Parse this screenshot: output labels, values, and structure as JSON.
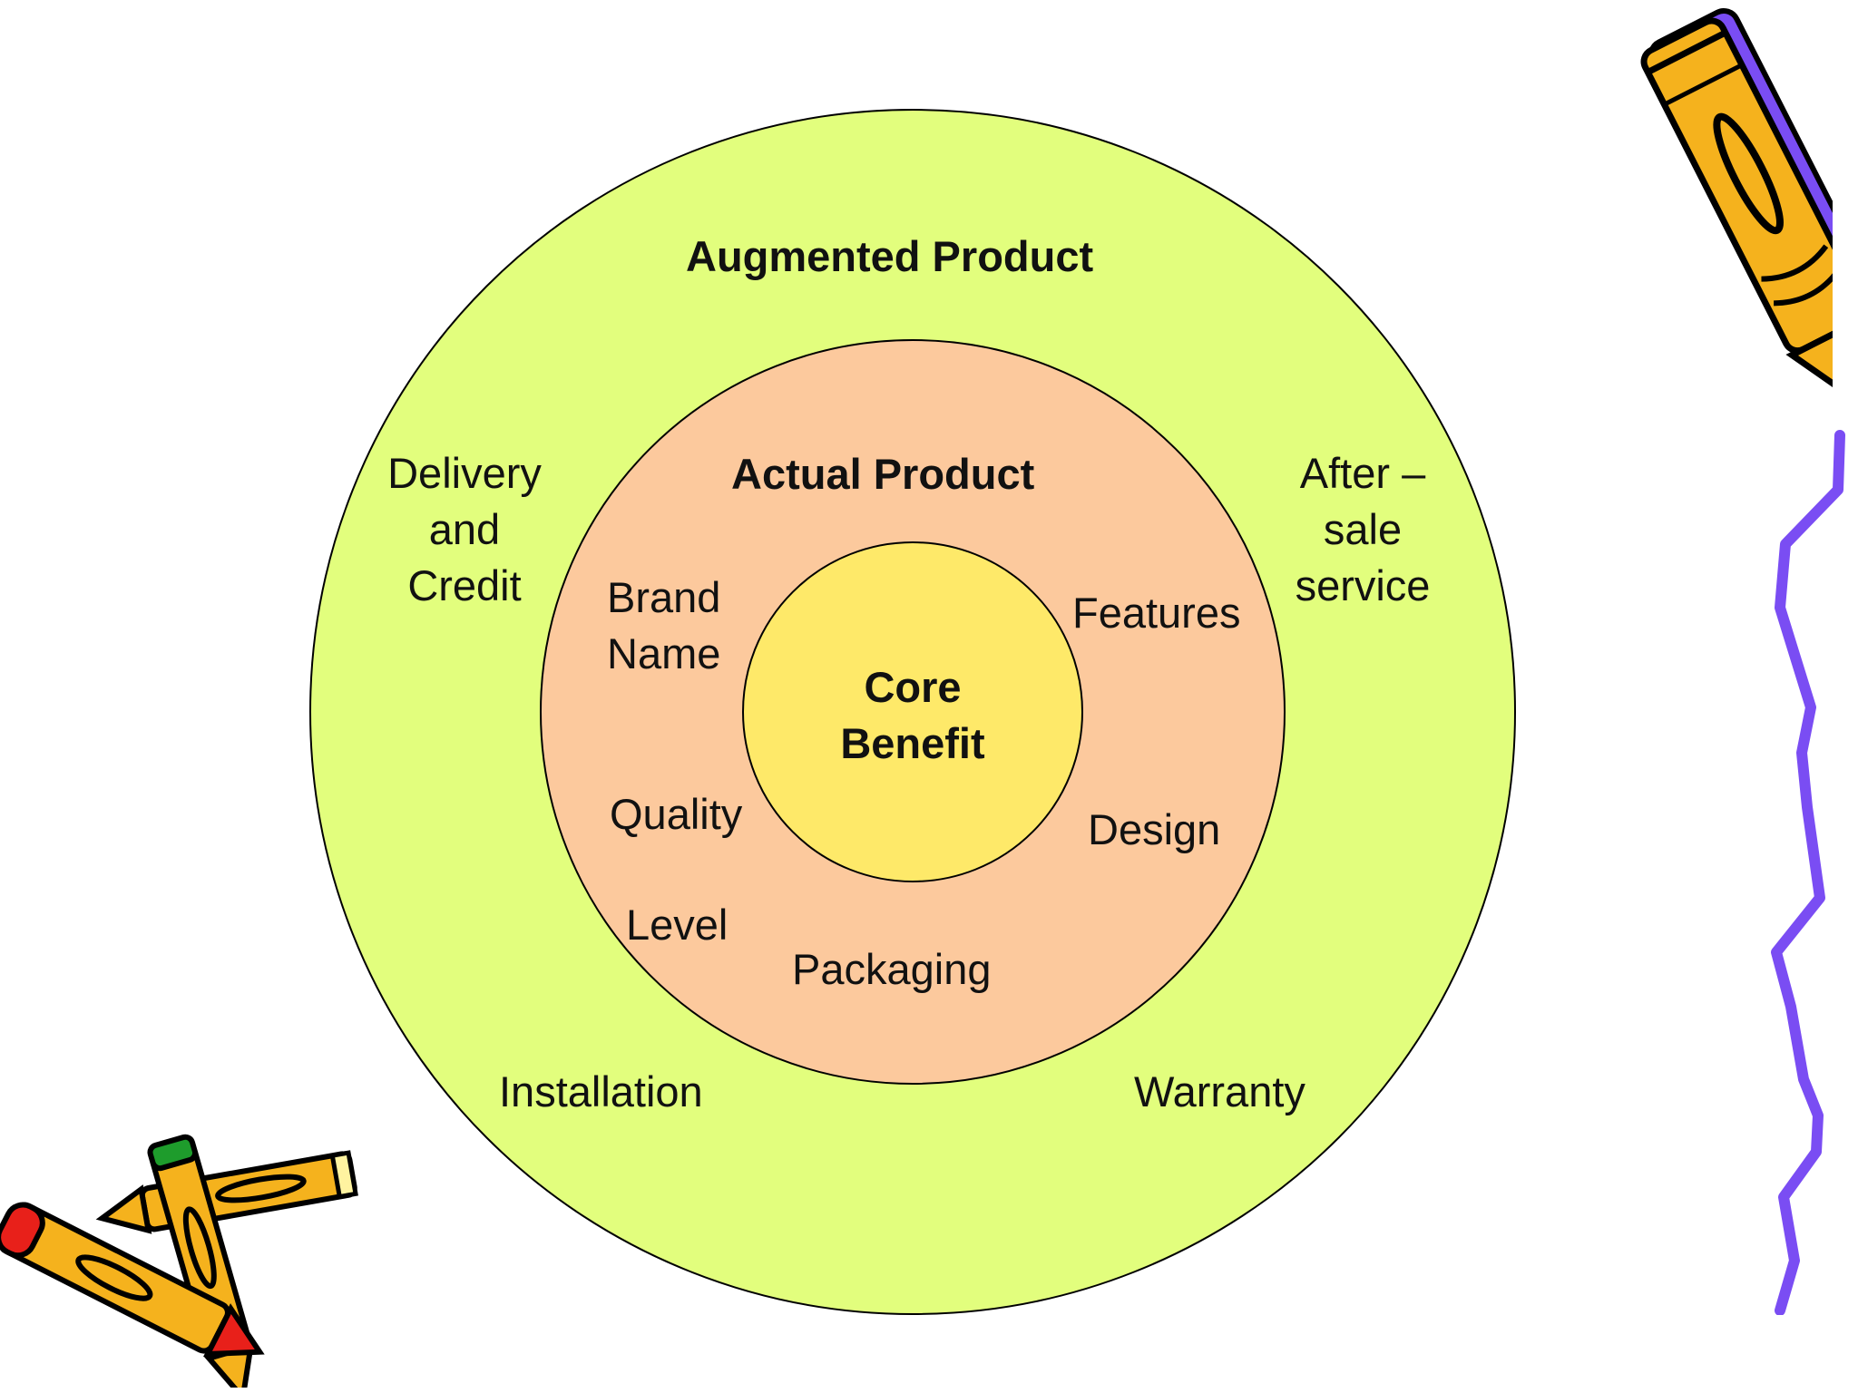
{
  "diagram": {
    "rings": {
      "augmented": {
        "title": "Augmented Product",
        "fill": "#e2fe7d"
      },
      "actual": {
        "title": "Actual Product",
        "fill": "#fcc99d"
      },
      "core": {
        "title_lines": [
          "Core",
          "Benefit"
        ],
        "fill": "#fee969"
      }
    },
    "augmented_items": {
      "delivery": [
        "Delivery",
        "and",
        "Credit"
      ],
      "after_sale": [
        "After –",
        "sale",
        "service"
      ],
      "installation": "Installation",
      "warranty": "Warranty"
    },
    "actual_items": {
      "brand_name": [
        "Brand",
        "Name"
      ],
      "features": "Features",
      "quality": "Quality",
      "level": "Level",
      "design": "Design",
      "packaging": "Packaging"
    }
  },
  "decorations": {
    "pencil_color": "#f5b21d",
    "accent_purple": "#7a4df3",
    "accent_red": "#e8201a",
    "accent_green": "#1e9c2c",
    "icons": [
      "pencil-top-right",
      "squiggle-line",
      "crossed-pencils"
    ]
  }
}
